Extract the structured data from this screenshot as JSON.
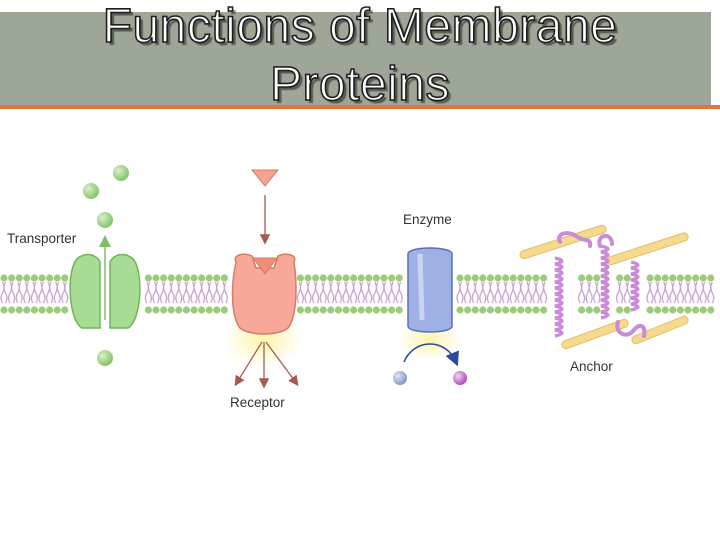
{
  "slide": {
    "title_line1": "Functions of Membrane",
    "title_line2": "Proteins"
  },
  "diagram": {
    "labels": {
      "transporter": "Transporter",
      "receptor": "Receptor",
      "enzyme": "Enzyme",
      "anchor": "Anchor"
    },
    "colors": {
      "title_background": "#9da697",
      "title_accent_line": "#e8733a",
      "transporter": "#8fcf7e",
      "receptor": "#f39a86",
      "enzyme": "#7a8fd0",
      "anchor": "#c98ad6",
      "lipid_head": "#9ccc7a",
      "lipid_tail": "#c9a4d6"
    }
  }
}
